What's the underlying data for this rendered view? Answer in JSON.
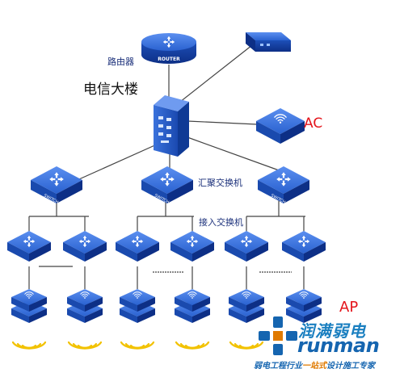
{
  "labels": {
    "router": "路由器",
    "building": "电信大楼",
    "ac": "AC",
    "aggregation_switch": "汇聚交换机",
    "access_switch": "接入交换机",
    "ap": "AP"
  },
  "icons": {
    "router_badge": "ROUTER",
    "switch_badge": "SWITCH"
  },
  "brand": {
    "name_cn": "润满弱电",
    "name_en": "runman",
    "tagline_pre": "弱电工程行业",
    "tagline_highlight": "一站式",
    "tagline_post": "设计施工专家"
  },
  "colors": {
    "device_blue": "#1f5bc4",
    "accent_red": "#e4141b",
    "link": "#444444",
    "brand_blue": "#1565b0",
    "brand_orange": "#e07a00"
  }
}
